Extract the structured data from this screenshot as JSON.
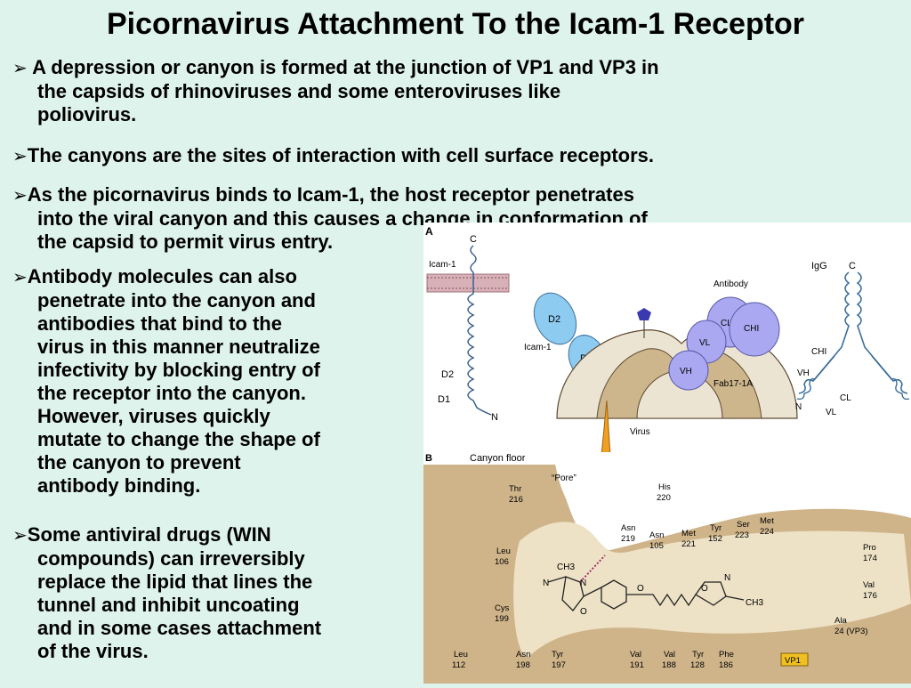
{
  "title": "Picornavirus Attachment To the Icam-1 Receptor",
  "bullet_marker": "➢",
  "bullets": [
    {
      "lines": [
        "A depression or canyon is formed at the junction of VP1 and VP3 in",
        "the capsids of rhinoviruses and some enteroviruses like",
        "poliovirus."
      ]
    },
    {
      "lines": [
        "The canyons are the sites of interaction with cell surface receptors."
      ]
    },
    {
      "lines": [
        "As the picornavirus binds to Icam-1, the host receptor penetrates",
        "into the viral canyon and this causes a change in conformation of",
        "the capsid to permit virus entry."
      ]
    },
    {
      "lines": [
        "Antibody molecules can also",
        "penetrate into the canyon and",
        "antibodies that bind to the",
        "virus in this manner neutralize",
        "infectivity by blocking entry of",
        "the receptor into the canyon.",
        "However, viruses quickly",
        "mutate to change the shape of",
        "the canyon to prevent",
        "antibody binding."
      ]
    },
    {
      "lines": [
        "Some antiviral drugs (WIN",
        "compounds) can irreversibly",
        "replace the lipid that lines the",
        "tunnel and inhibit uncoating",
        "and in some cases attachment",
        "of the virus."
      ]
    }
  ],
  "figure_a": {
    "panel_label": "A",
    "icam_c": "C",
    "icam_label": "Icam-1",
    "d2_label": "D2",
    "d1_label": "D1",
    "n_label": "N",
    "d2_domain": "D2",
    "d1_domain": "D1",
    "icam1_mid": "Icam-1",
    "virus_label": "Virus",
    "antibody_label": "Antibody",
    "fab_label": "Fab17-1A",
    "cl_label": "CL",
    "chi_label": "CHI",
    "vl_label": "VL",
    "vh_label": "VH",
    "igg_label": "IgG",
    "igg_c": "C",
    "igg_chi": "CHI",
    "igg_vh": "VH",
    "igg_cl": "CL",
    "igg_n": "N",
    "igg_vl": "VL"
  },
  "figure_b": {
    "panel_label": "B",
    "canyon_floor": "Canyon floor",
    "pore": "“Pore”",
    "his": [
      "His",
      "220"
    ],
    "thr": [
      "Thr",
      "216"
    ],
    "asn219": [
      "Asn",
      "219"
    ],
    "asn105": [
      "Asn",
      "105"
    ],
    "met221": [
      "Met",
      "221"
    ],
    "tyr152": [
      "Tyr",
      "152"
    ],
    "ser223": [
      "Ser",
      "223"
    ],
    "met224": [
      "Met",
      "224"
    ],
    "leu106": [
      "Leu",
      "106"
    ],
    "pro174": [
      "Pro",
      "174"
    ],
    "val176": [
      "Val",
      "176"
    ],
    "cys199": [
      "Cys",
      "199"
    ],
    "ala24": [
      "Ala",
      "24 (VP3)"
    ],
    "leu112": [
      "Leu",
      "112"
    ],
    "asn198": [
      "Asn",
      "198"
    ],
    "tyr197": [
      "Tyr",
      "197"
    ],
    "val191": [
      "Val",
      "191"
    ],
    "val188": [
      "Val",
      "188"
    ],
    "tyr128": [
      "Tyr",
      "128"
    ],
    "phe186": [
      "Phe",
      "186"
    ],
    "vp1": "VP1",
    "ch3_top": "CH3",
    "ch3_right": "CH3",
    "n_left": "N",
    "n_ring": "N",
    "o_ring": "O",
    "o_link": "O",
    "o_isox": "O",
    "n_isox": "N"
  },
  "colors": {
    "background": "#def3ec",
    "domain_blue": "#8ecbf0",
    "antibody_purple": "#a9a8f0",
    "canyon_tan": "#cfb48a",
    "arrow_orange": "#f0a020"
  }
}
